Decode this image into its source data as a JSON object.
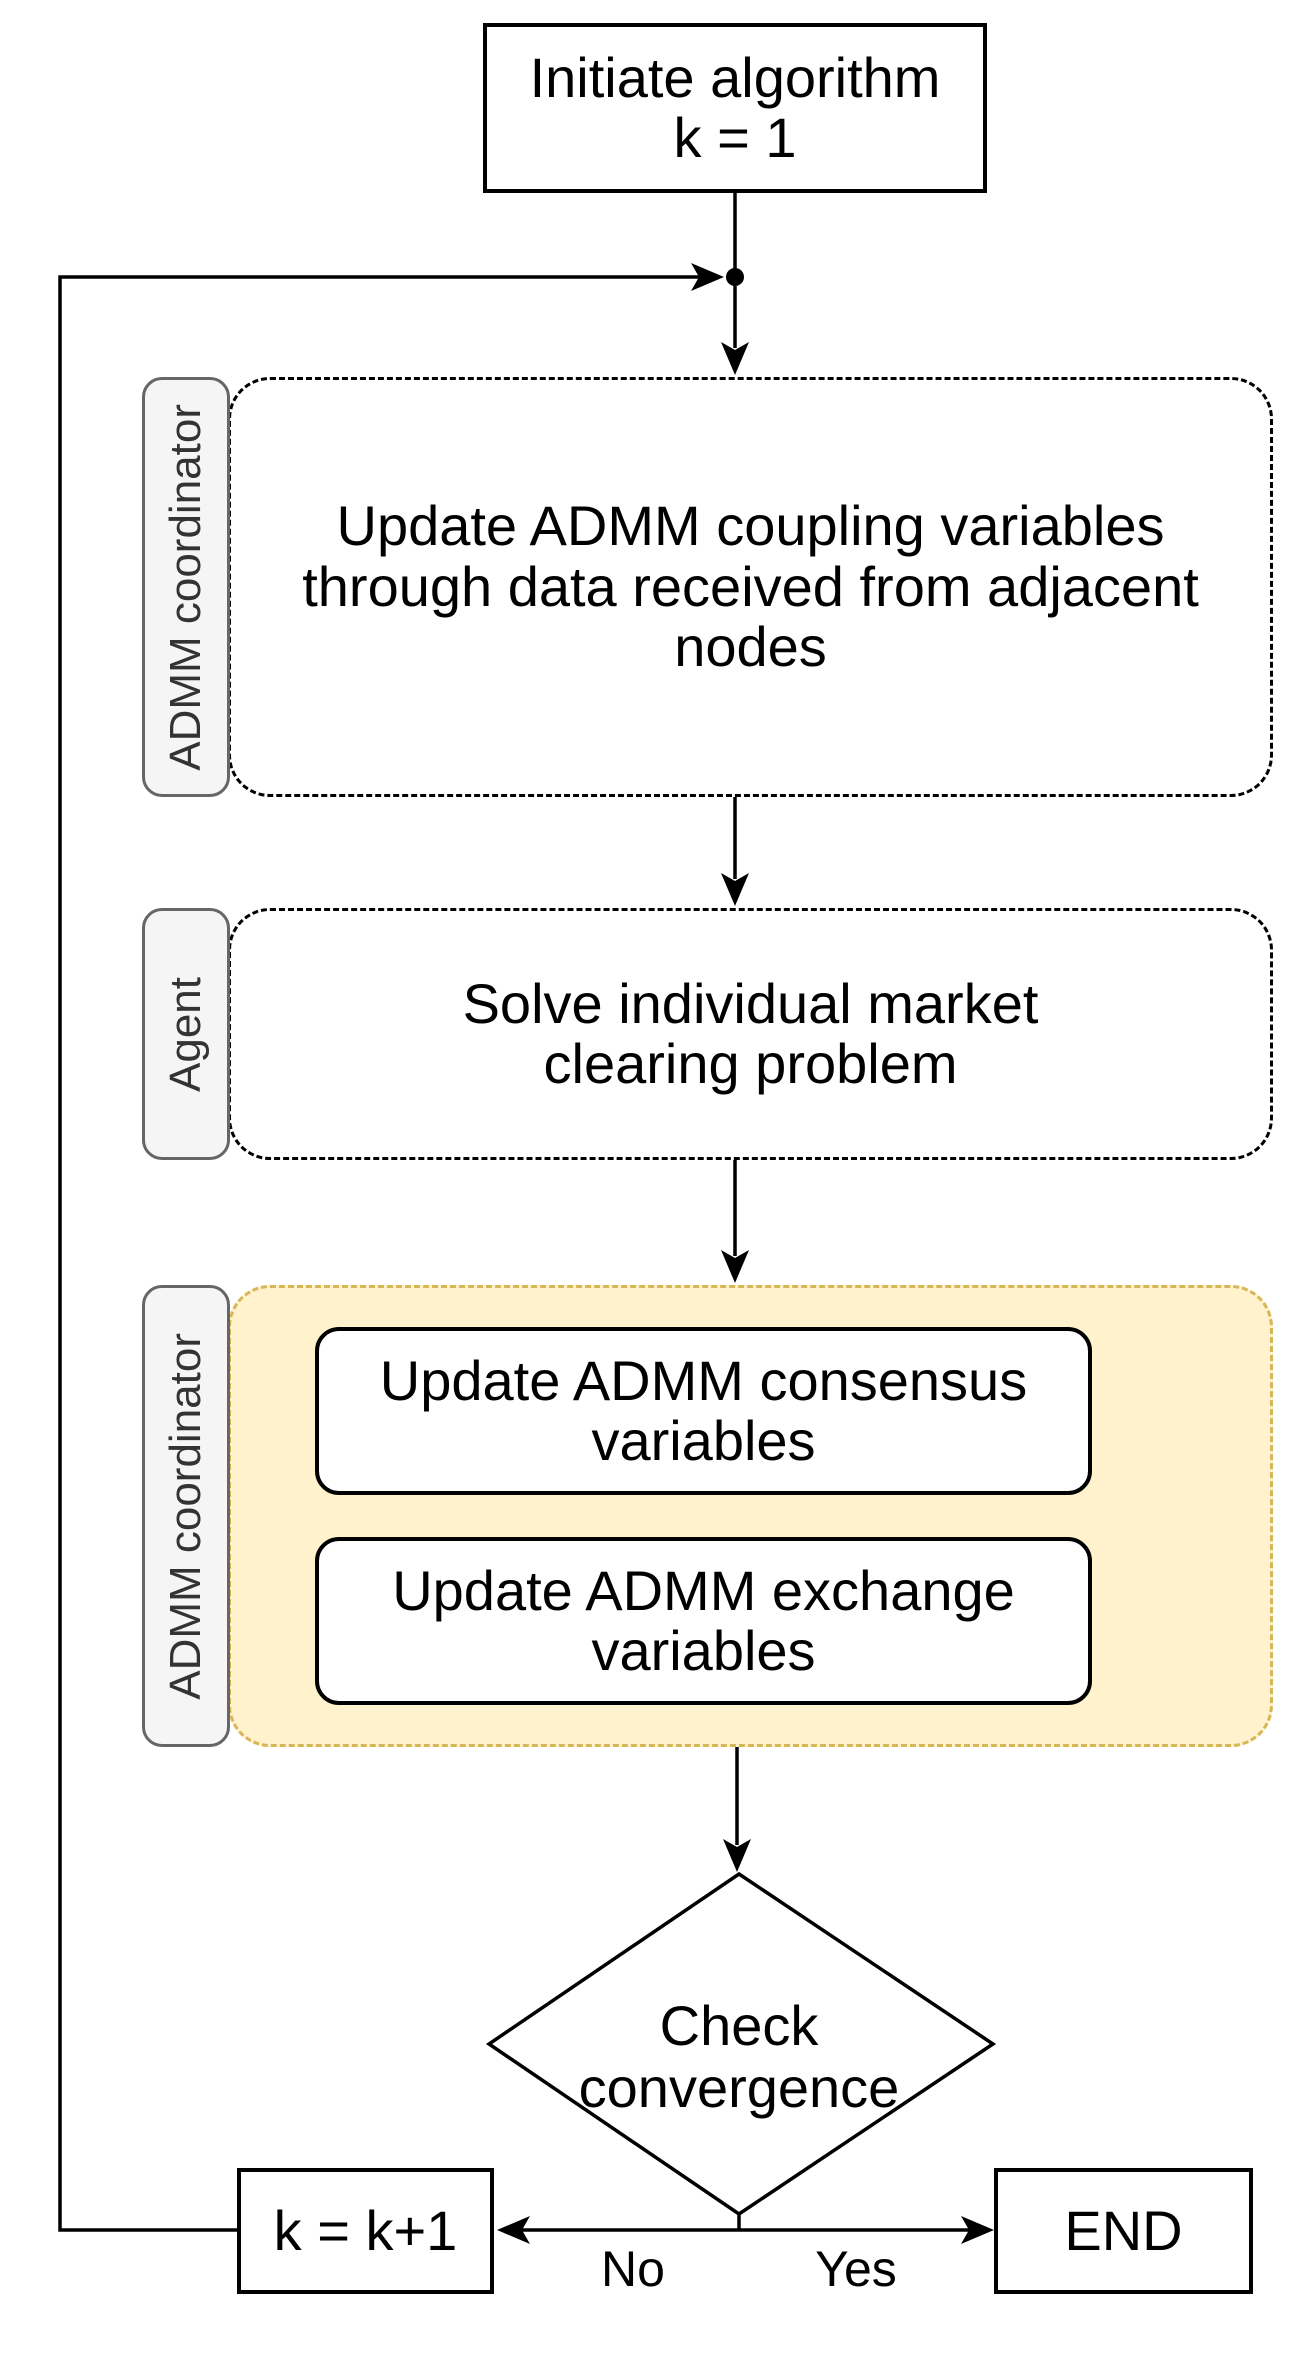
{
  "diagram": {
    "start": {
      "label": "Initiate algorithm\nk = 1"
    },
    "lanes": [
      {
        "label": "ADMM coordinator"
      },
      {
        "label": "Agent"
      },
      {
        "label": "ADMM coordinator"
      }
    ],
    "steps": {
      "coupling": "Update ADMM coupling variables\nthrough data received from adjacent\nnodes",
      "market": "Solve individual market\nclearing problem",
      "consensus": "Update ADMM consensus\nvariables",
      "exchange": "Update ADMM exchange\nvariables"
    },
    "decision": {
      "label": "Check\nconvergence",
      "no": "No",
      "yes": "Yes"
    },
    "increment": {
      "label": "k = k+1"
    },
    "end": {
      "label": "END"
    },
    "colors": {
      "group_fill": "#FFF2CC",
      "group_border": "#D6B656",
      "lane_fill": "#F5F5F5",
      "lane_border": "#666666",
      "node_border": "#000000",
      "connector": "#000000"
    }
  }
}
